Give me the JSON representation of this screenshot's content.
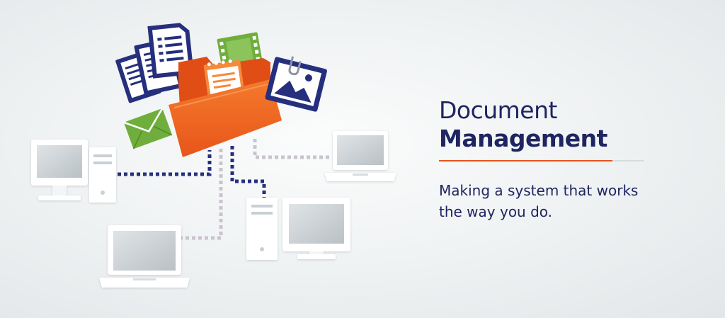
{
  "heading": {
    "line1": "Document",
    "line2": "Management"
  },
  "tagline": "Making a system that works the way you do.",
  "colors": {
    "heading": "#1f2560",
    "accent": "#e8541c",
    "folder": "#f26a1f",
    "document": "#262f7d",
    "media": "#6fae3c",
    "device": "#ffffff",
    "screen": "#c9d0d3",
    "network_dark": "#262f7d",
    "network_light": "#c9c4cd"
  },
  "icons": [
    "folder-icon",
    "document-icon",
    "image-icon",
    "film-icon",
    "notepad-icon",
    "envelope-icon",
    "desktop-icon",
    "laptop-icon"
  ]
}
